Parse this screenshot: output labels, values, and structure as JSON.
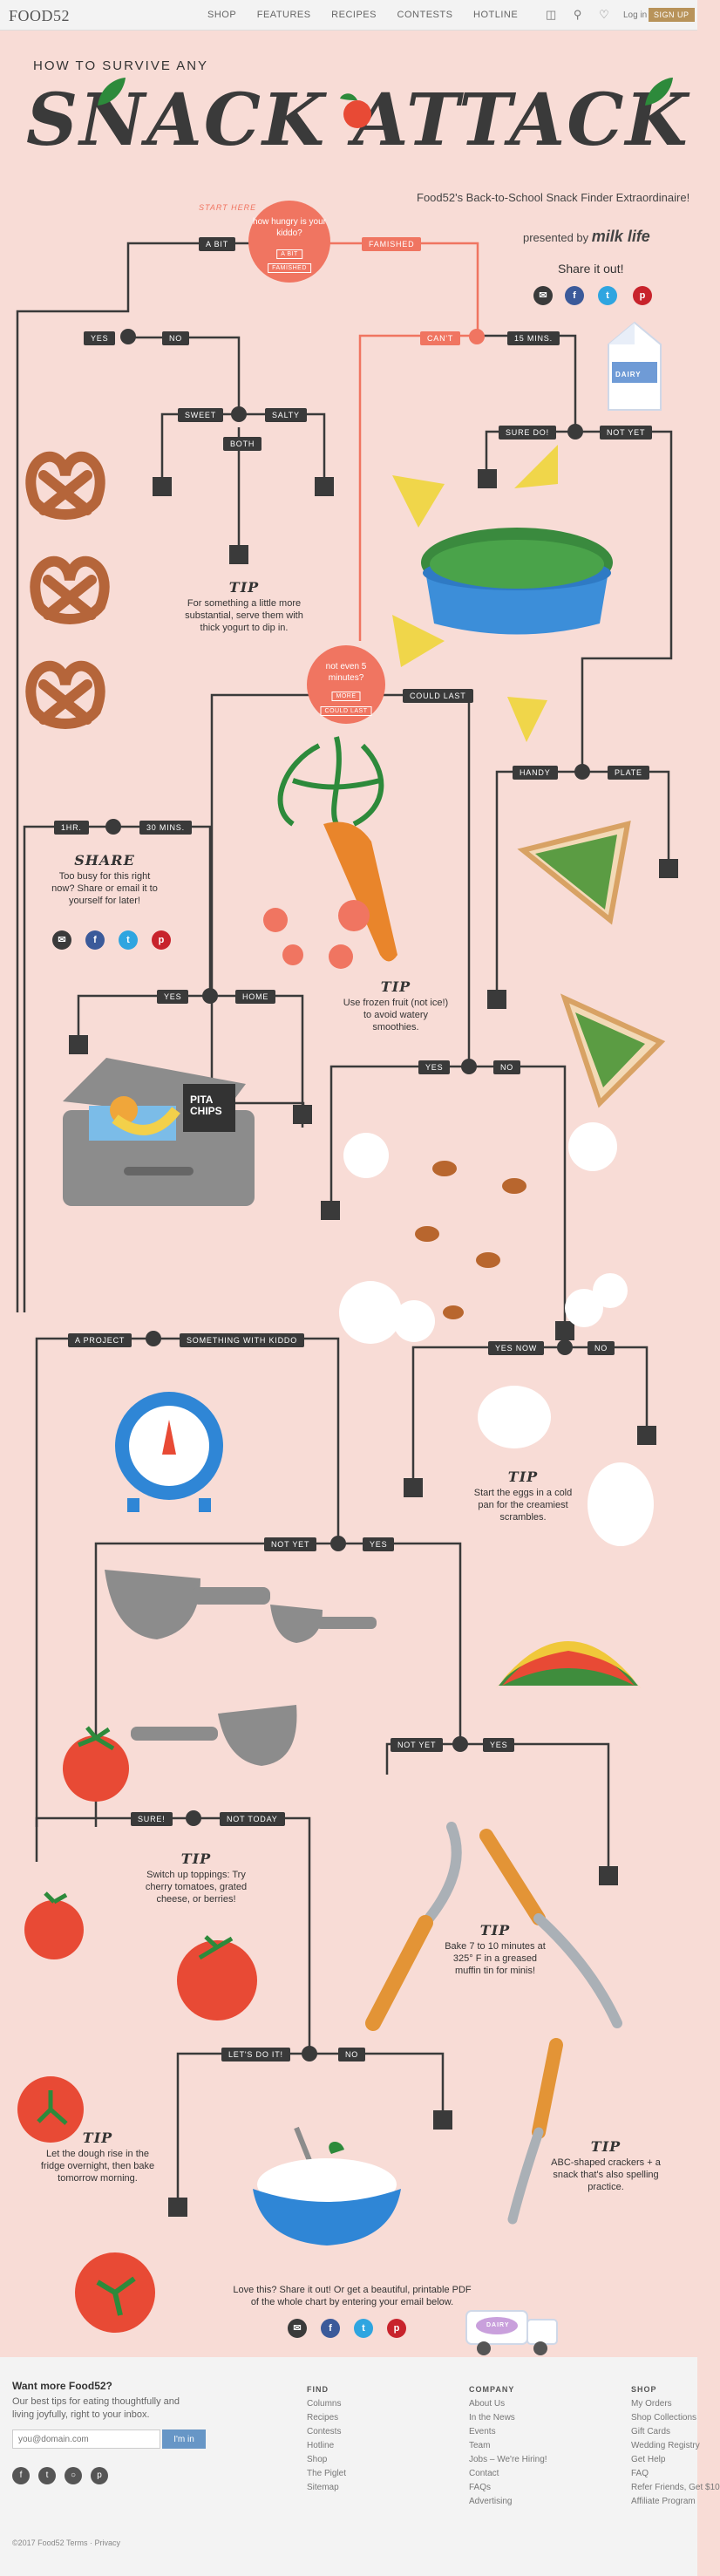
{
  "nav": {
    "logo": "FOOD52",
    "links": [
      "SHOP",
      "FEATURES",
      "RECIPES",
      "CONTESTS",
      "HOTLINE"
    ],
    "login": "Log in",
    "signup": "SIGN UP"
  },
  "hero": {
    "subtitle": "HOW TO SURVIVE ANY",
    "title": "SNACK ATTACK",
    "tagline": "Food52's Back-to-School Snack Finder Extraordinaire!",
    "presented_by": "presented by",
    "sponsor": "milk life",
    "share_title": "Share it out!"
  },
  "start": {
    "label": "START HERE",
    "question": "how hungry is your kiddo?",
    "opt_a": "A BIT",
    "opt_b": "FAMISHED"
  },
  "flow": {
    "a_bit": "A BIT",
    "famished": "FAMISHED",
    "yes": "YES",
    "no": "NO",
    "cant": "CAN'T",
    "fifteen_mins": "15 MINS.",
    "sweet": "SWEET",
    "salty": "SALTY",
    "both": "BOTH",
    "sure_do": "SURE DO!",
    "not_yet": "NOT YET",
    "could_last": "COULD LAST",
    "more": "MORE",
    "handy": "HANDY",
    "plate": "PLATE",
    "one_hr": "1HR.",
    "thirty_mins": "30 MINS.",
    "home": "HOME",
    "a_project": "A PROJECT",
    "something_with_kiddo": "SOMETHING WITH KIDDO",
    "yes_now": "YES NOW",
    "sure": "SURE!",
    "not_today": "NOT TODAY",
    "lets_do_it": "LET'S DO IT!"
  },
  "q2": {
    "question": "not even 5 minutes?"
  },
  "tips": [
    {
      "title": "TIP",
      "text": "For something a little more substantial, serve them with thick yogurt to dip in."
    },
    {
      "title": "SHARE",
      "text": "Too busy for this right now? Share or email it to yourself for later!"
    },
    {
      "title": "TIP",
      "text": "Use frozen fruit (not ice!) to avoid watery smoothies."
    },
    {
      "title": "TIP",
      "text": "Start the eggs in a cold pan for the creamiest scrambles."
    },
    {
      "title": "TIP",
      "text": "Switch up toppings: Try cherry tomatoes, grated cheese, or berries!"
    },
    {
      "title": "TIP",
      "text": "Bake 7 to 10 minutes at 325° F in a greased muffin tin for minis!"
    },
    {
      "title": "TIP",
      "text": "Let the dough rise in the fridge overnight, then bake tomorrow morning."
    },
    {
      "title": "TIP",
      "text": "ABC-shaped crackers + a snack that's also spelling practice."
    }
  ],
  "illustrations": {
    "milk_label": "DAIRY",
    "chips_label": "PITA CHIPS",
    "truck_label": "DAIRY"
  },
  "cta": {
    "text": "Love this? Share it out! Or get a beautiful, printable PDF of the whole chart by entering your email below."
  },
  "footer": {
    "heading": "Want more Food52?",
    "blurb": "Our best tips for eating thoughtfully and living joyfully, right to your inbox.",
    "email_placeholder": "you@domain.com",
    "button": "I'm in",
    "find_title": "FIND",
    "find": [
      "Columns",
      "Recipes",
      "Contests",
      "Hotline",
      "Shop",
      "The Piglet",
      "Sitemap"
    ],
    "company_title": "COMPANY",
    "company": [
      "About Us",
      "In the News",
      "Events",
      "Team",
      "Jobs – We're Hiring!",
      "Contact",
      "FAQs",
      "Advertising"
    ],
    "shop_title": "SHOP",
    "shop": [
      "My Orders",
      "Shop Collections",
      "Gift Cards",
      "Wedding Registry",
      "Get Help",
      "FAQ",
      "Refer Friends, Get $10",
      "Affiliate Program"
    ],
    "copyright": "©2017 Food52",
    "terms": "Terms",
    "privacy": "Privacy"
  },
  "colors": {
    "background": "#f8dcd6",
    "accent": "#f07561",
    "line": "#3a3a3a"
  }
}
